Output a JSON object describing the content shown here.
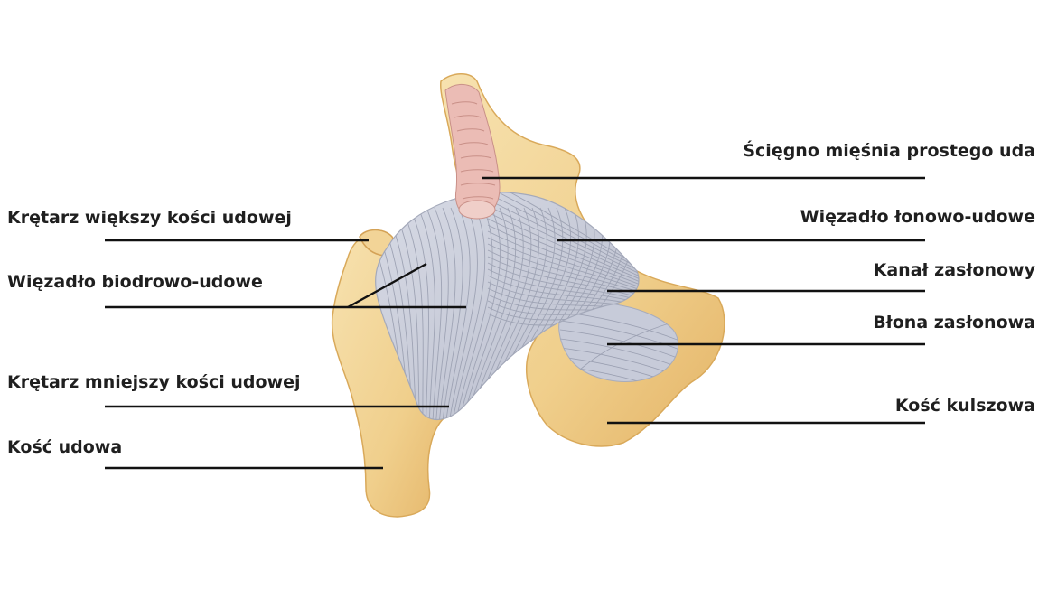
{
  "labels_left": [
    "Krętarz większy kości udowej",
    "Więzadło biodrowo-udowe",
    "Krętarz mniejszy kości udowej",
    "Kość udowa"
  ],
  "labels_right": [
    "Ścięgno mięśnia prostego uda",
    "Więzadło łonowo-udowe",
    "Kanał zasłonowy",
    "Błona zasłonowa",
    "Kość kulszowa"
  ],
  "colors": {
    "bone": "#f3d69b",
    "bone_shade": "#e3b86a",
    "ligament": "#c9ccd8",
    "ligament_line": "#9ea3b4",
    "tendon": "#e9b6b0",
    "leader": "#111111",
    "text": "#1f1f1f"
  }
}
